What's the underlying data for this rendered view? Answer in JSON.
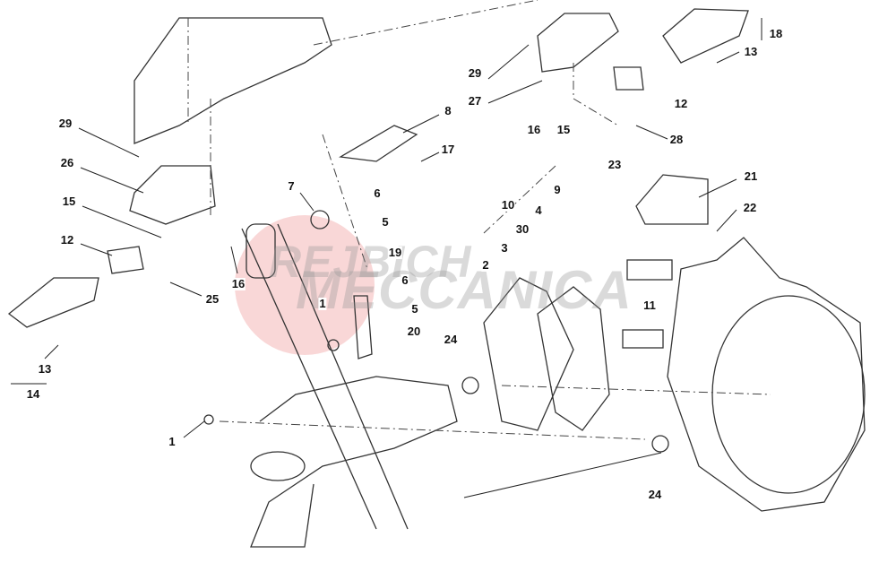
{
  "diagram": {
    "watermark": {
      "line1": "REJBICH",
      "line2": "MECCANICA",
      "accent_color": "#f2b8b8"
    },
    "callouts": [
      "29",
      "26",
      "15",
      "12",
      "13",
      "14",
      "7",
      "16",
      "25",
      "8",
      "17",
      "6",
      "5",
      "19",
      "6",
      "5",
      "1",
      "20",
      "1",
      "24",
      "2",
      "3",
      "30",
      "10",
      "4",
      "9",
      "11",
      "24",
      "29",
      "27",
      "16",
      "15",
      "28",
      "12",
      "13",
      "18",
      "23",
      "21",
      "22"
    ]
  }
}
